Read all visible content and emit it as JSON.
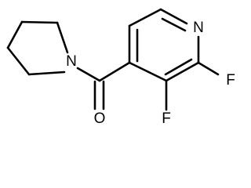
{
  "molecule": {
    "atoms": {
      "nitrogen_pyrrolidine": "N",
      "nitrogen_pyridine": "N",
      "oxygen_carbonyl": "O",
      "fluorine_2": "F",
      "fluorine_3": "F"
    }
  }
}
